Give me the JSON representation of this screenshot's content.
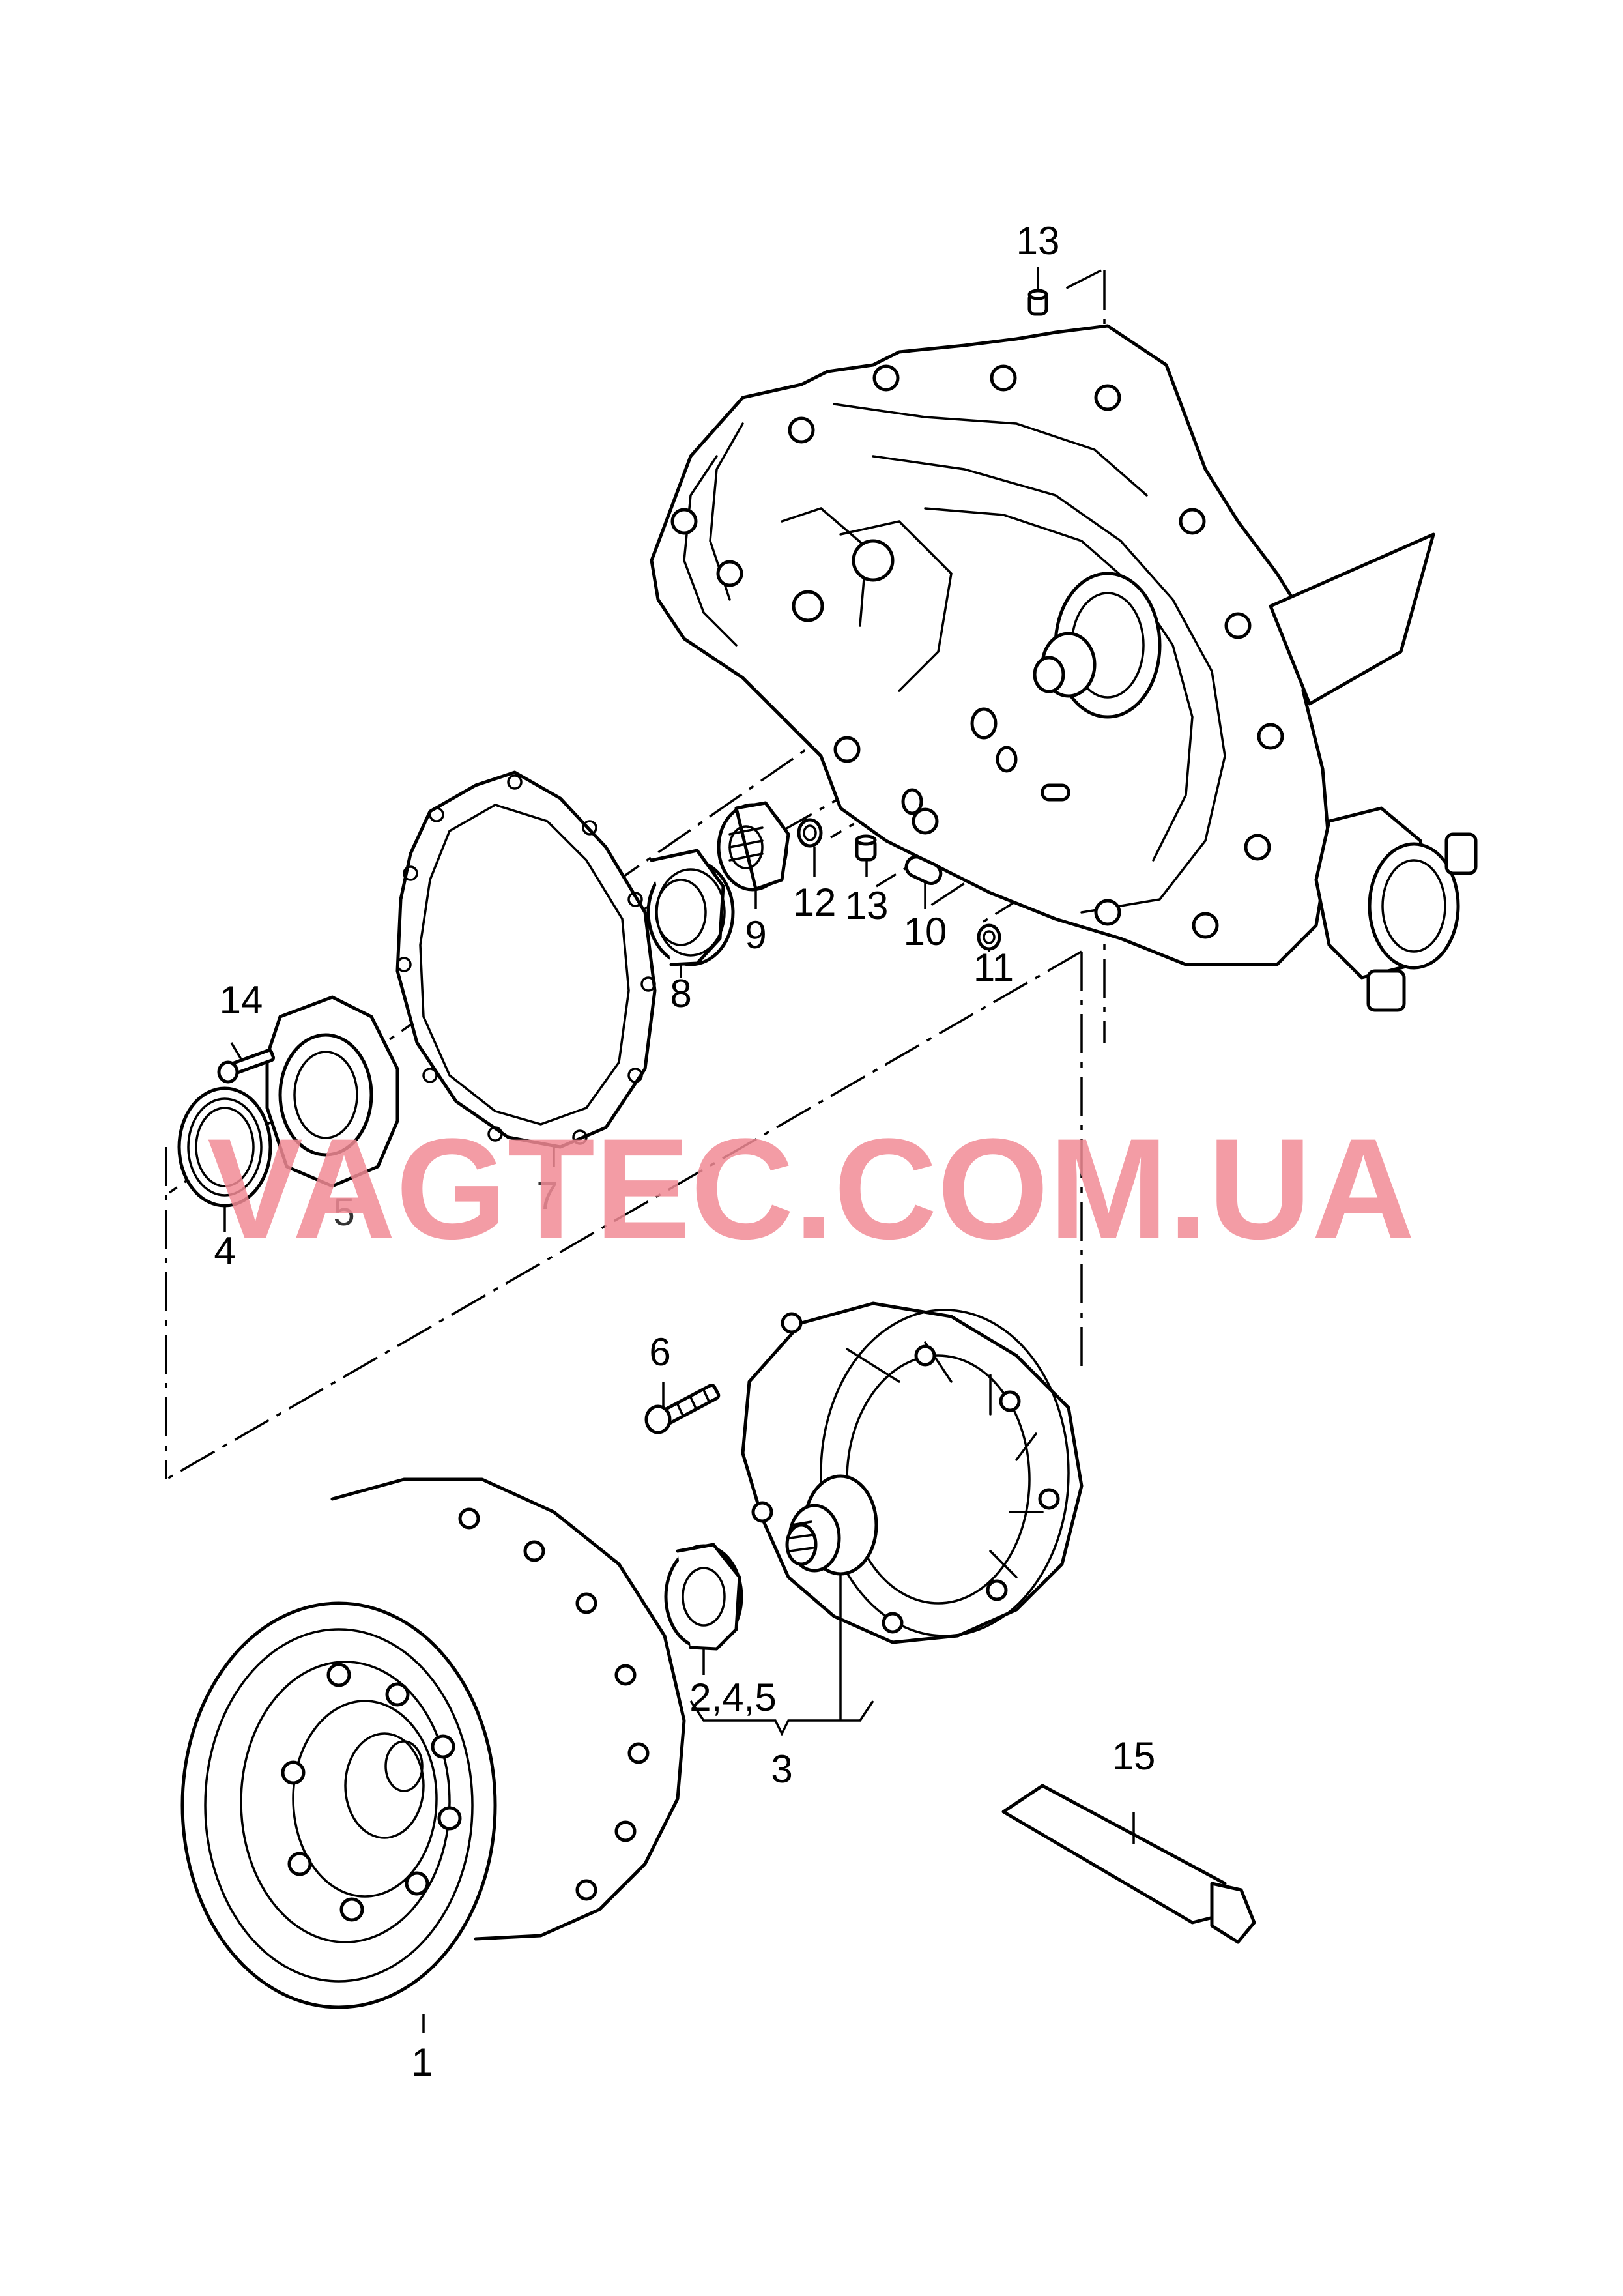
{
  "watermark": "VAGTEC.COM.UA",
  "callouts": {
    "c1": "1",
    "c3": "3",
    "c245": "2,4,5",
    "c4": "4",
    "c5": "5",
    "c6": "6",
    "c7": "7",
    "c8": "8",
    "c9": "9",
    "c10": "10",
    "c11": "11",
    "c12": "12",
    "c13a": "13",
    "c13b": "13",
    "c14": "14",
    "c15": "15"
  },
  "colors": {
    "line": "#000000",
    "background": "#ffffff",
    "watermark": "#f28b96"
  }
}
